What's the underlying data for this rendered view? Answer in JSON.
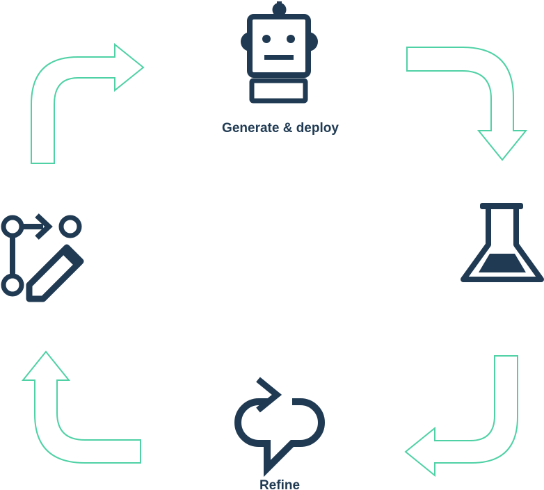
{
  "colors": {
    "icon": "#1f3a52",
    "arrow_outline": "#4fd1a5",
    "background": "#ffffff"
  },
  "nodes": [
    {
      "id": "generate",
      "icon": "robot-icon",
      "label": "Generate & deploy"
    },
    {
      "id": "test",
      "icon": "flask-icon",
      "label": ""
    },
    {
      "id": "refine",
      "icon": "refresh-speech-bubble-icon",
      "label": "Refine"
    },
    {
      "id": "edit",
      "icon": "git-branch-edit-icon",
      "label": ""
    }
  ],
  "flow": "clockwise"
}
